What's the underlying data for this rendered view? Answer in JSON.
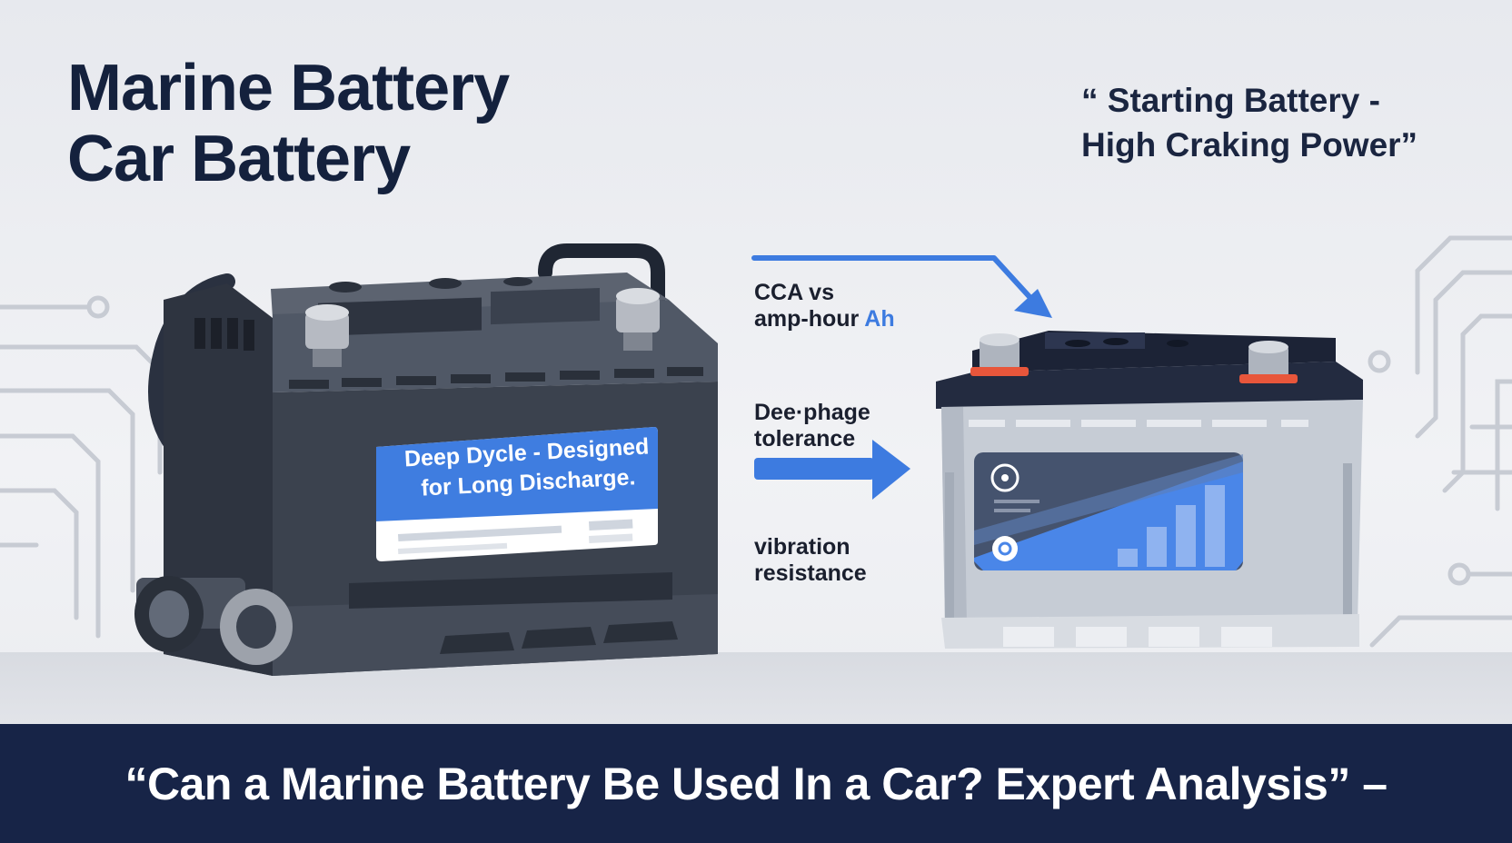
{
  "title": {
    "line1": "Marine Battery",
    "line2": "Car Battery"
  },
  "quote": {
    "line1": "“ Starting Battery -",
    "line2": "High Craking Power”"
  },
  "labels": {
    "cca": {
      "line1": "CCA vs",
      "line2_prefix": "amp-hour ",
      "line2_accent": "Ah"
    },
    "discharge": {
      "line1": "Dee·phage",
      "line2": "tolerance"
    },
    "vibration": {
      "line1": "vibration",
      "line2": "resistance"
    }
  },
  "marine_battery_label": {
    "line1": "Deep Dycle - Designed",
    "line2": "for Long Discharge."
  },
  "footer": {
    "text": "“Can a Marine Battery Be Used In a Car? Expert Analysis” –"
  },
  "colors": {
    "navy": "#172447",
    "accent_blue": "#3d7be0",
    "background": "#eceef2"
  }
}
